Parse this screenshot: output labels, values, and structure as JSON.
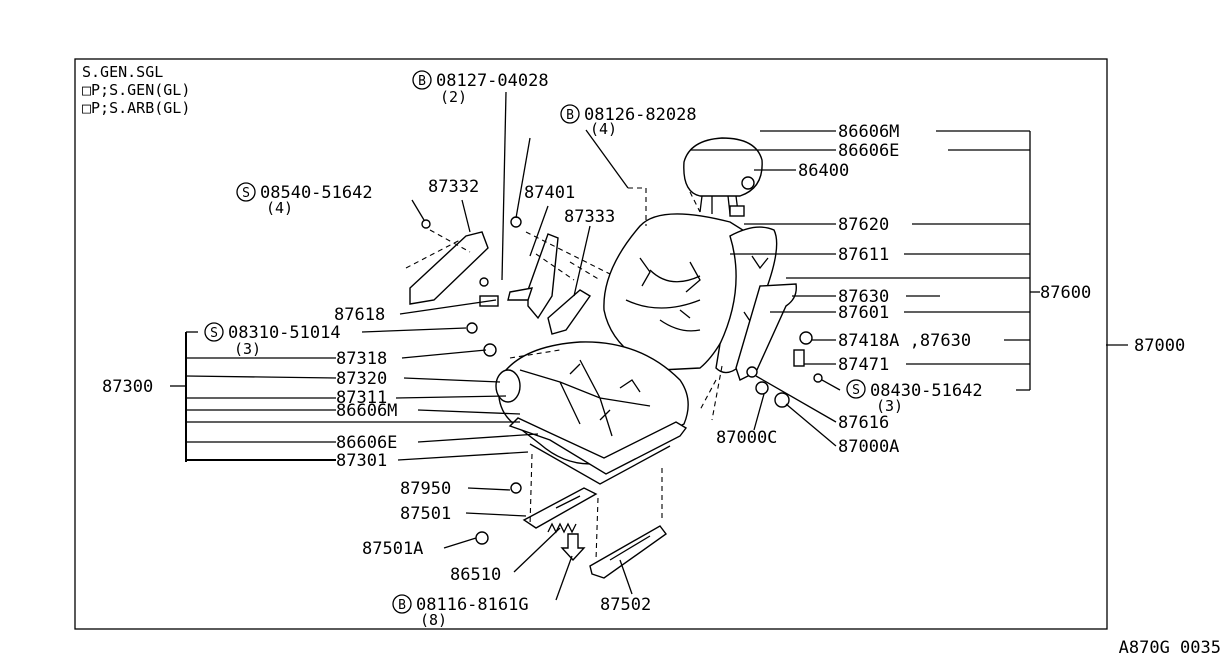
{
  "header": {
    "lines": [
      "S.GEN.SGL",
      "□P;S.GEN(GL)",
      "□P;S.ARB(GL)"
    ]
  },
  "footer_code": "A870G 0035",
  "symbols": {
    "bolt": "B",
    "screw": "S"
  },
  "callouts": {
    "b08127": {
      "code": "08127-04028",
      "qty": "(2)"
    },
    "b08126": {
      "code": "08126-82028",
      "qty": "(4)"
    },
    "s08540": {
      "code": "08540-51642",
      "qty": "(4)"
    },
    "s08310": {
      "code": "08310-51014",
      "qty": "(3)"
    },
    "s08430": {
      "code": "08430-51642",
      "qty": "(3)"
    },
    "b08116": {
      "code": "08116-8161G",
      "qty": "(8)"
    }
  },
  "labels": {
    "p87332": "87332",
    "p87401": "87401",
    "p87333": "87333",
    "p87618": "87618",
    "p87318": "87318",
    "p87320": "87320",
    "p87311": "87311",
    "p86606m_left": "86606M",
    "p86606e_left": "86606E",
    "p87301": "87301",
    "p87300": "87300",
    "p87950": "87950",
    "p87501": "87501",
    "p87501a": "87501A",
    "p86510": "86510",
    "p87502": "87502",
    "p86606m_top": "86606M",
    "p86606e_top": "86606E",
    "p86400": "86400",
    "p87620": "87620",
    "p87611": "87611",
    "p87600": "87600",
    "p87630": "87630",
    "p87601": "87601",
    "p87418a": "87418A ,87630",
    "p87471": "87471",
    "p87616": "87616",
    "p87000c": "87000C",
    "p87000a": "87000A",
    "p87000": "87000"
  }
}
